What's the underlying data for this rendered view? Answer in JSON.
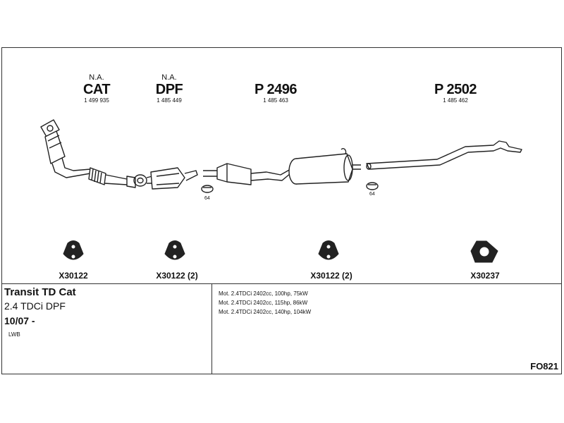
{
  "parts": [
    {
      "na": "N.A.",
      "name": "CAT",
      "number": "1 499 935"
    },
    {
      "na": "N.A.",
      "name": "DPF",
      "number": "1 485 449"
    },
    {
      "na": "",
      "name": "P 2496",
      "number": "1 485 463"
    },
    {
      "na": "",
      "name": "P 2502",
      "number": "1 485 462"
    }
  ],
  "clamp_numbers": [
    "64",
    "64"
  ],
  "hangers": [
    {
      "label": "X30122"
    },
    {
      "label": "X30122 (2)"
    },
    {
      "label": "X30122 (2)"
    },
    {
      "label": "X30237"
    }
  ],
  "vehicle": {
    "title": "Transit TD Cat",
    "engine": "2.4 TDCi DPF",
    "year": "10/07 -",
    "note": "LWB"
  },
  "motors": [
    "Mot. 2.4TDCi 2402cc, 100hp, 75kW",
    "Mot. 2.4TDCi 2402cc, 115hp, 86kW",
    "Mot. 2.4TDCi 2402cc, 140hp, 104kW"
  ],
  "diagram_code": "FO821"
}
